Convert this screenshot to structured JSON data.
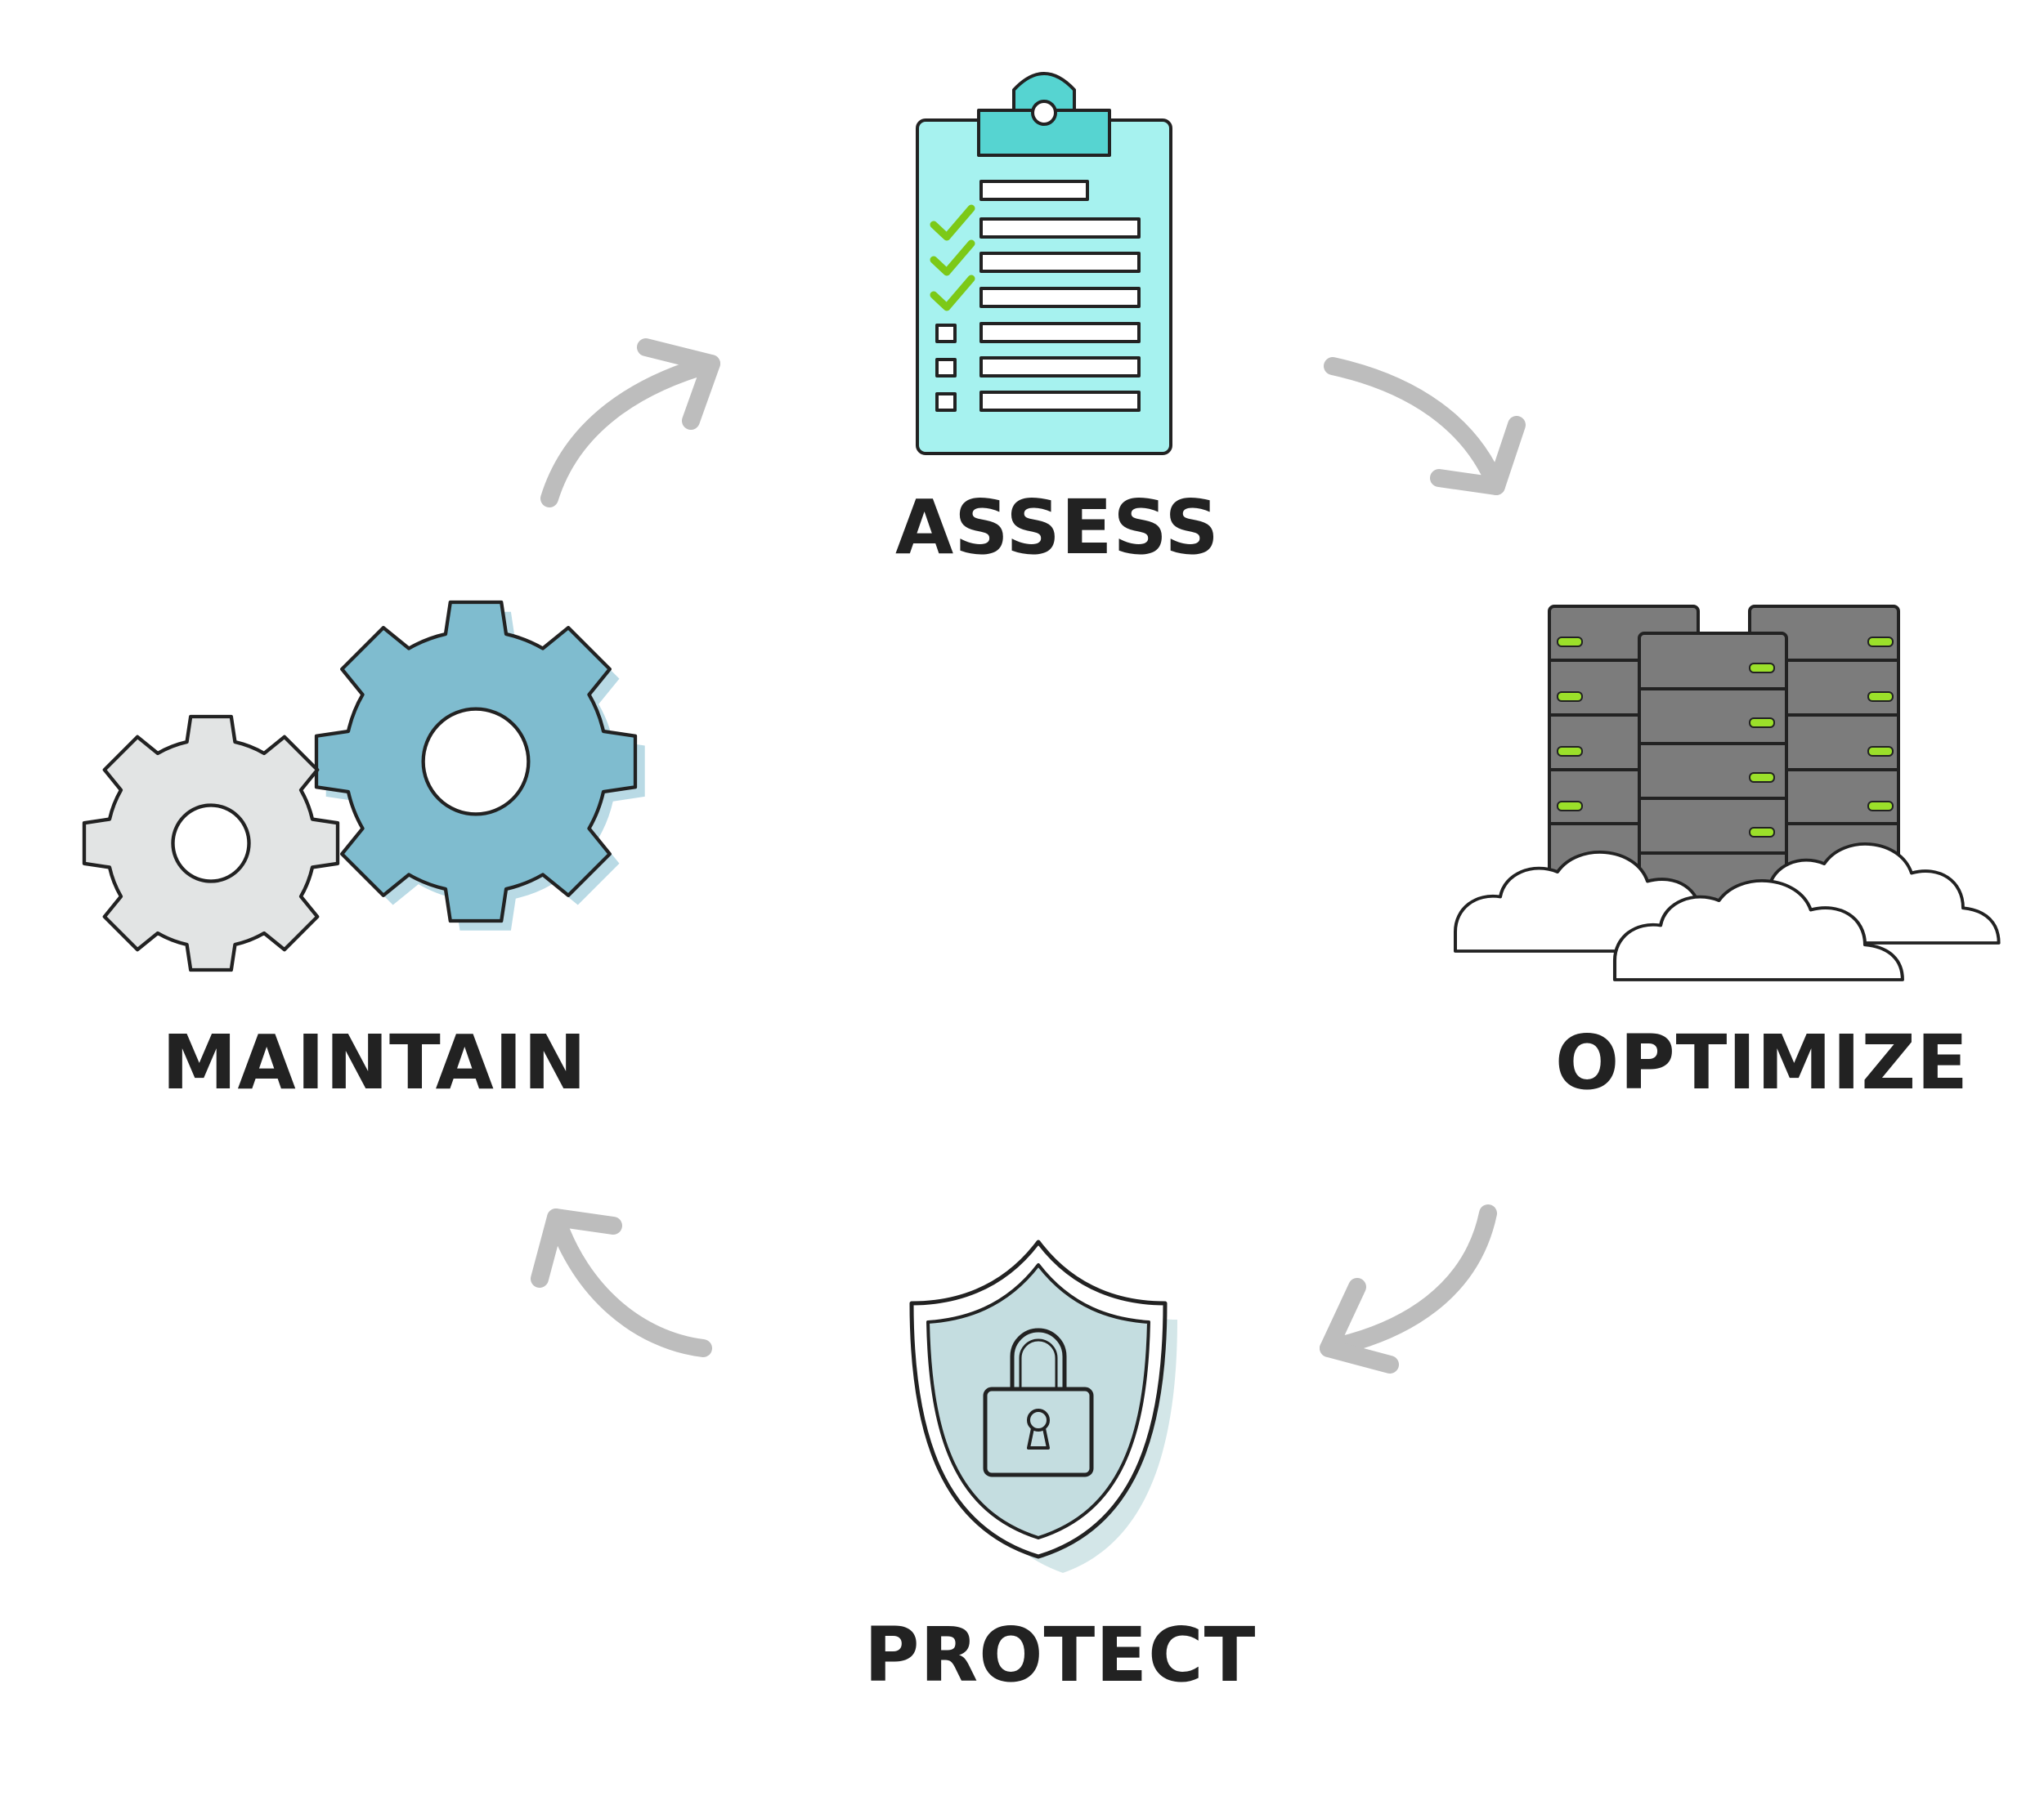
{
  "steps": {
    "assess": "ASSESS",
    "optimize": "OPTIMIZE",
    "protect": "PROTECT",
    "maintain": "MAINTAIN"
  },
  "colors": {
    "clipboard": "#A6F2EF",
    "clipboard_clip": "#56D4D1",
    "check": "#8BE01B",
    "server": "#7C7C7C",
    "server_led": "#9BE02A",
    "shield": "#C4DDE0",
    "gear_large": "#7FBCCF",
    "gear_small": "#E2E4E4",
    "arrow": "#BDBDBD",
    "text": "#222222"
  },
  "icons": [
    "clipboard-checklist-icon",
    "server-cloud-icon",
    "shield-lock-icon",
    "gears-icon"
  ]
}
